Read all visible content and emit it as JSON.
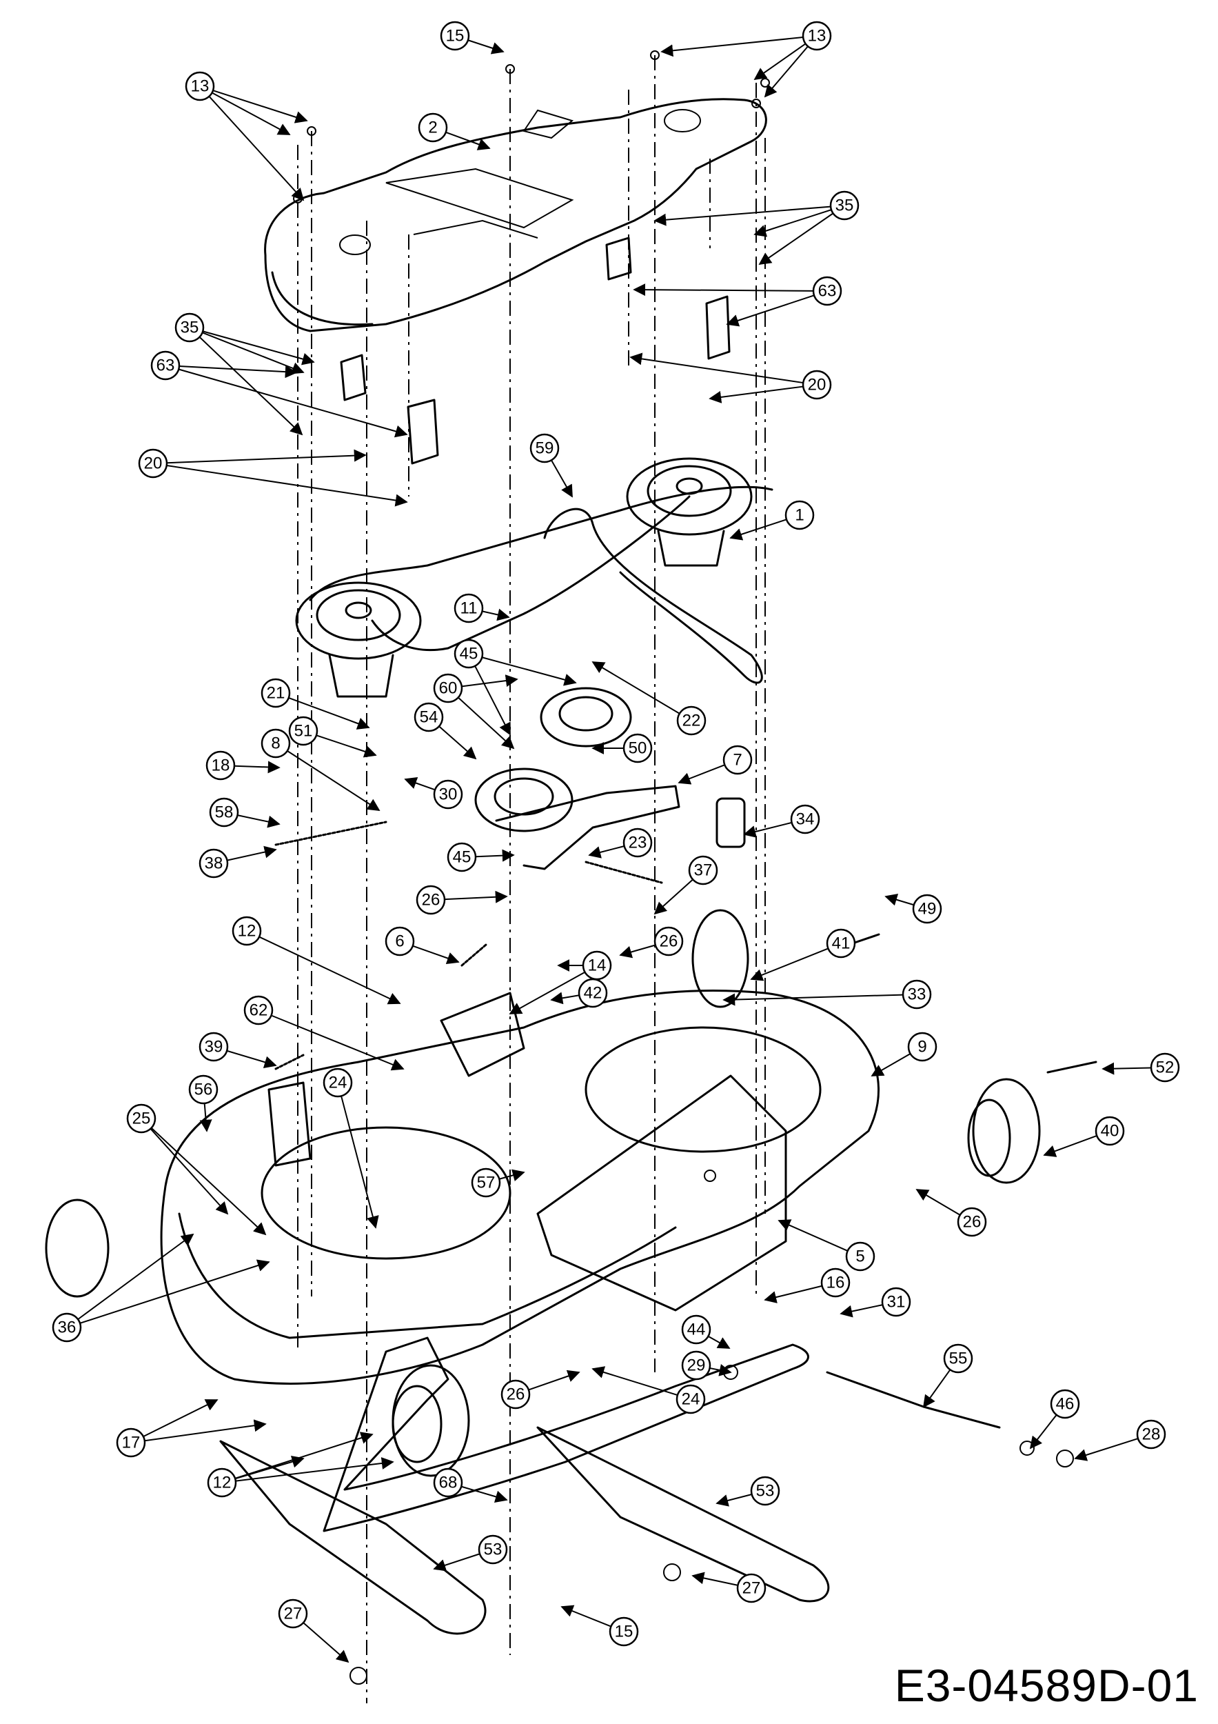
{
  "document_code": "E3-04589D-01",
  "callouts": [
    "1",
    "2",
    "5",
    "6",
    "7",
    "8",
    "9",
    "11",
    "12",
    "13",
    "14",
    "15",
    "16",
    "17",
    "18",
    "20",
    "21",
    "22",
    "23",
    "24",
    "25",
    "26",
    "27",
    "28",
    "29",
    "30",
    "31",
    "33",
    "34",
    "35",
    "36",
    "37",
    "38",
    "39",
    "40",
    "41",
    "42",
    "44",
    "45",
    "46",
    "49",
    "50",
    "51",
    "52",
    "53",
    "54",
    "55",
    "56",
    "57",
    "58",
    "59",
    "60",
    "62",
    "63",
    "68"
  ]
}
